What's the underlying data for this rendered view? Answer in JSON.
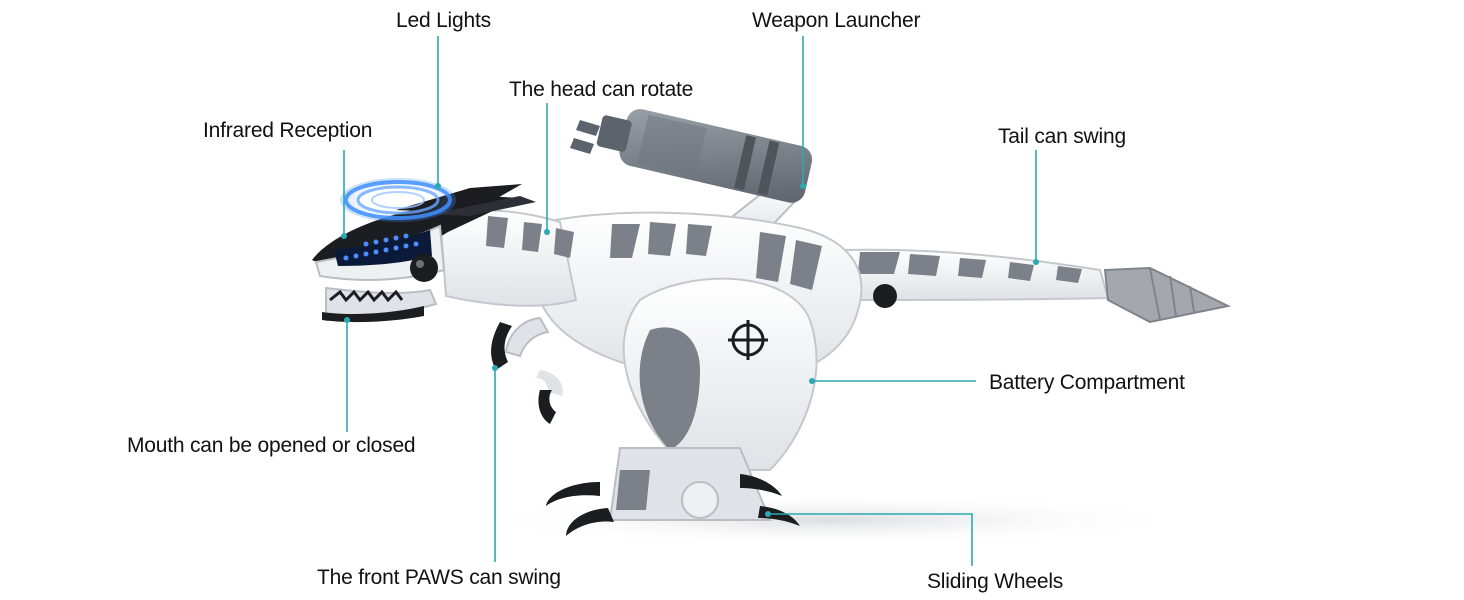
{
  "labels": {
    "led_lights": "Led Lights",
    "weapon_launcher": "Weapon Launcher",
    "head_rotate": "The head can rotate",
    "infrared": "Infrared Reception",
    "tail_swing": "Tail can swing",
    "battery": "Battery Compartment",
    "mouth": "Mouth can be opened or closed",
    "front_paws": "The front PAWS can swing",
    "sliding_wheels": "Sliding Wheels"
  },
  "colors": {
    "callout_line": "#2aa9b0",
    "body_white": "#f4f5f7",
    "body_gray": "#7b8089",
    "accent_blue": "#1f5cff",
    "black_parts": "#1b1d21"
  }
}
